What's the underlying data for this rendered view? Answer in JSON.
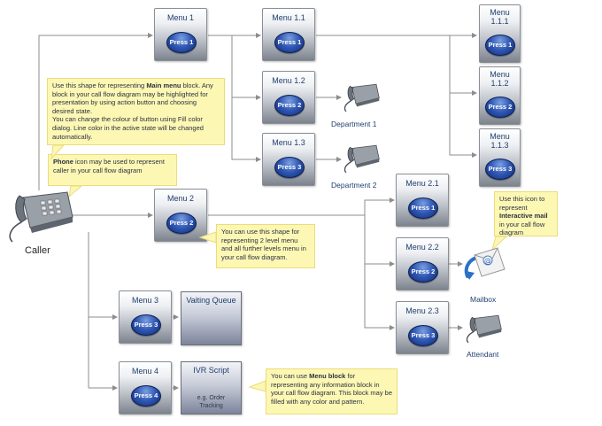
{
  "menus": {
    "m1": {
      "title": "Menu 1",
      "button": "Press 1"
    },
    "m11": {
      "title": "Menu 1.1",
      "button": "Press 1"
    },
    "m12": {
      "title": "Menu 1.2",
      "button": "Press 2"
    },
    "m13": {
      "title": "Menu 1.3",
      "button": "Press 3"
    },
    "m111": {
      "title": "Menu\n1.1.1",
      "button": "Press 1"
    },
    "m112": {
      "title": "Menu\n1.1.2",
      "button": "Press 2"
    },
    "m113": {
      "title": "Menu\n1.1.3",
      "button": "Press 3"
    },
    "m2": {
      "title": "Menu 2",
      "button": "Press 2"
    },
    "m21": {
      "title": "Menu 2.1",
      "button": "Press 1"
    },
    "m22": {
      "title": "Menu 2.2",
      "button": "Press 2"
    },
    "m23": {
      "title": "Menu 2.3",
      "button": "Press 3"
    },
    "m3": {
      "title": "Menu 3",
      "button": "Press 3"
    },
    "m4": {
      "title": "Menu 4",
      "button": "Press 4"
    }
  },
  "info_blocks": {
    "queue": {
      "title": "Vaiting Queue"
    },
    "ivr": {
      "title": "IVR Script",
      "subtitle": "e.g. Order\nTracking"
    }
  },
  "labels": {
    "caller": "Caller",
    "dept1": "Department 1",
    "dept2": "Department 2",
    "mailbox": "Mailbox",
    "attendant": "Attendant"
  },
  "notes": {
    "main_menu": {
      "pre": "Use this shape for representing ",
      "bold": "Main menu",
      "post": " block. Any block in your call flow diagram may be highlighted for presentation by using action button and choosing desired state.\nYou can change the colour of button using Fill color dialog. Line color in the active state will be changed automatically."
    },
    "phone": {
      "pre": "",
      "bold": "Phone",
      "post": " icon may be used to represent caller in your call flow diagram"
    },
    "level2": {
      "pre": "You can use this shape for representing 2 level menu and all further levels menu in your call flow diagram.",
      "bold": "",
      "post": ""
    },
    "mail": {
      "pre": "Use this icon to represent ",
      "bold": "Interactive mail",
      "post": " in your call flow diagram"
    },
    "menu_block": {
      "pre": "You can use ",
      "bold": "Menu block",
      "post": " for representing any information block in your call flow diagram. This block may be filled with any color and pattern."
    }
  },
  "icons": {
    "caller": "desk-phone-icon",
    "dept1": "desk-phone-icon",
    "dept2": "desk-phone-icon",
    "attendant": "desk-phone-icon",
    "mailbox": "mail-envelope-icon"
  },
  "colors": {
    "line": "#8c8c8c",
    "note_bg": "#fdf7b4",
    "button": "#1f4aa8"
  }
}
